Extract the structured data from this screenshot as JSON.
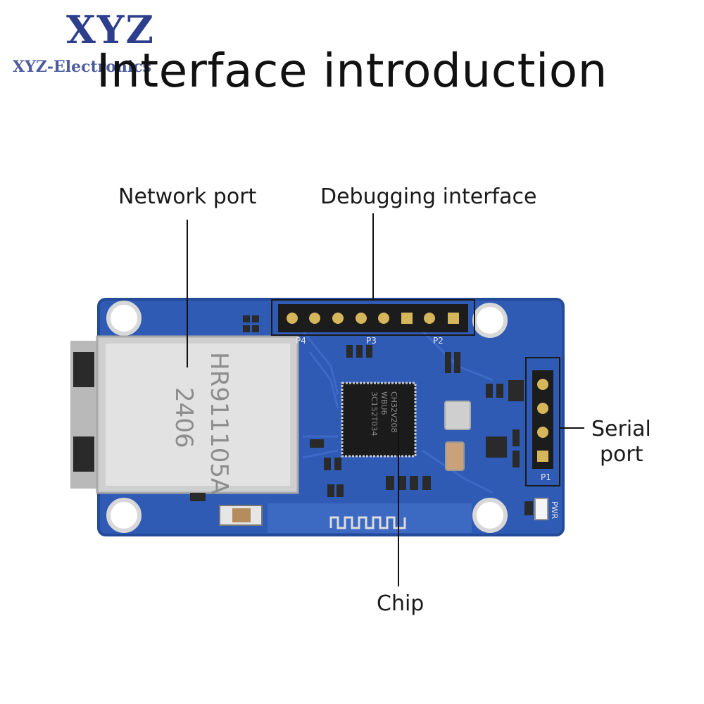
{
  "logo": {
    "brand": "XYZ",
    "company": "XYZ-Electronics"
  },
  "title": "Interface introduction",
  "labels": {
    "network_port": "Network port",
    "debugging_interface": "Debugging interface",
    "serial_port_line1": "Serial",
    "serial_port_line2": "port",
    "chip": "Chip"
  },
  "silkscreen": {
    "rj45_model": "HR911105A",
    "rj45_date": "2406",
    "chip_line1": "CH32V208",
    "chip_line2": "WBU6",
    "chip_line3": "3C152T034",
    "p4": "P4",
    "p3": "P3",
    "p2": "P2",
    "p1": "P1",
    "pwr": "PWR"
  },
  "colors": {
    "pcb": "#2f5bb4",
    "pcb_dark": "#1f3f8a",
    "frame": "#1a1a1a"
  }
}
